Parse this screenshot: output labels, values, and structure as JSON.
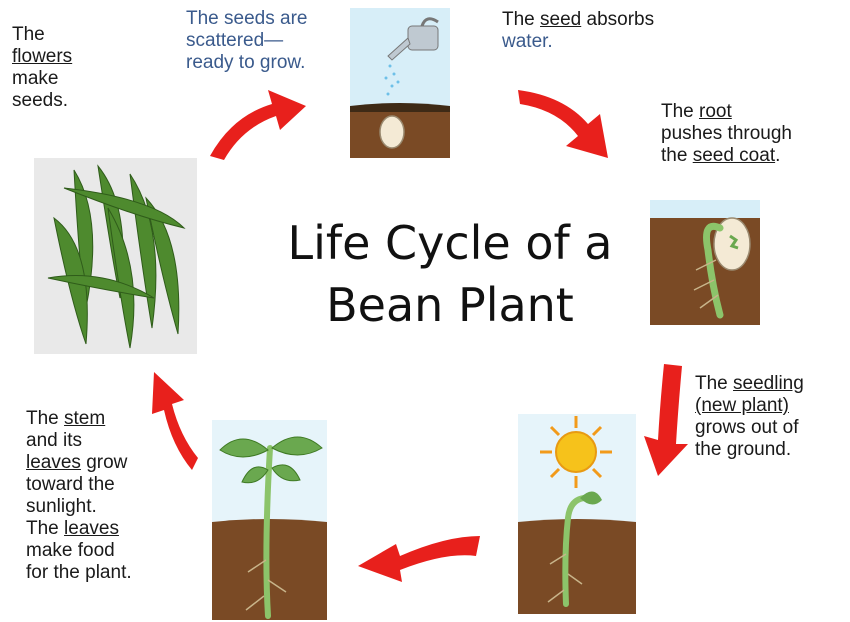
{
  "title": {
    "line1": "Life Cycle of a",
    "line2": "Bean Plant"
  },
  "captions": {
    "flowers": {
      "l1": "The",
      "l2": "flowers",
      "l3": "make",
      "l4": "seeds."
    },
    "scattered": {
      "l1": "The seeds are",
      "l2": "scattered—",
      "l3": "ready to grow."
    },
    "absorbs": {
      "a": "The ",
      "b": "seed",
      "c": " absorbs",
      "d": "water."
    },
    "root": {
      "a": "The ",
      "b": "root",
      "c": "pushes through",
      "d": "the ",
      "e": "seed coat",
      "f": "."
    },
    "seedling": {
      "a": "The ",
      "b": "seedling",
      "c": "(new plant)",
      "d": "grows out of",
      "e": "the ground."
    },
    "stem": {
      "a": "The ",
      "b": "stem",
      "c": "and its",
      "d": "leaves",
      "e": " grow",
      "f": "toward the",
      "g": "sunlight.",
      "h": "The ",
      "i": "leaves",
      "j": "make food",
      "k": "for the plant."
    }
  },
  "colors": {
    "arrow": "#e8201c",
    "soil": "#7a4a25",
    "sky": "#cfe9f5",
    "plant": "#6aa84f",
    "pod": "#4e8a2e",
    "sun": "#f6c21b"
  }
}
